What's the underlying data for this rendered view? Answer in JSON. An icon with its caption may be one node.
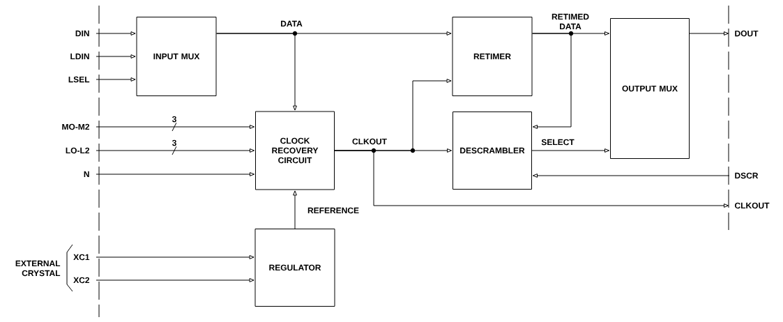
{
  "diagram": {
    "nodes": [
      {
        "text": [
          "INPUT MUX"
        ]
      },
      {
        "text": [
          "RETIMER"
        ]
      },
      {
        "text": [
          "OUTPUT MUX"
        ]
      },
      {
        "text": [
          "CLOCK RECOVERY CIRCUIT"
        ]
      },
      {
        "text": [
          "DESCRAMBLER"
        ]
      },
      {
        "text": [
          "REGULATOR"
        ]
      },
      {
        "text": [
          "DIN"
        ]
      },
      {
        "text": [
          "LDIN"
        ]
      },
      {
        "text": [
          "LSEL"
        ]
      },
      {
        "text": [
          "MO-M2"
        ]
      },
      {
        "text": [
          "LO-L2"
        ]
      },
      {
        "text": [
          "N"
        ]
      },
      {
        "text": [
          "XC1"
        ]
      },
      {
        "text": [
          "XC2"
        ]
      },
      {
        "text": [
          "DOUT"
        ]
      },
      {
        "text": [
          "DSCR"
        ]
      },
      {
        "text": [
          "CLKOUT"
        ]
      }
    ],
    "edges": [
      {
        "from": 6,
        "to": 0,
        "arrow": "to"
      },
      {
        "from": 7,
        "to": 0,
        "arrow": "to"
      },
      {
        "from": 8,
        "to": 0,
        "arrow": "to"
      },
      {
        "from": 0,
        "to": 1,
        "arrow": "to",
        "label": "DATA"
      },
      {
        "from": 0,
        "to": 3,
        "arrow": "to"
      },
      {
        "from": 9,
        "to": 3,
        "arrow": "to",
        "label": "3"
      },
      {
        "from": 10,
        "to": 3,
        "arrow": "to",
        "label": "3"
      },
      {
        "from": 11,
        "to": 3,
        "arrow": "to"
      },
      {
        "from": 5,
        "to": 3,
        "arrow": "to",
        "label": "REFERENCE"
      },
      {
        "from": 3,
        "to": 1,
        "arrow": "to"
      },
      {
        "from": 3,
        "to": 4,
        "arrow": "to",
        "label": "CLKOUT"
      },
      {
        "from": 3,
        "to": 16,
        "arrow": "to"
      },
      {
        "from": 1,
        "to": 2,
        "arrow": "to",
        "label": "RETIMED DATA"
      },
      {
        "from": 1,
        "to": 4,
        "arrow": "to"
      },
      {
        "from": 4,
        "to": 2,
        "arrow": "to",
        "label": "SELECT"
      },
      {
        "from": 15,
        "to": 4,
        "arrow": "to"
      },
      {
        "from": 2,
        "to": 14,
        "arrow": "to"
      },
      {
        "from": 12,
        "to": 5,
        "arrow": "to"
      },
      {
        "from": 13,
        "to": 5,
        "arrow": "to"
      }
    ],
    "labels": [
      "EXTERNAL CRYSTAL"
    ]
  }
}
